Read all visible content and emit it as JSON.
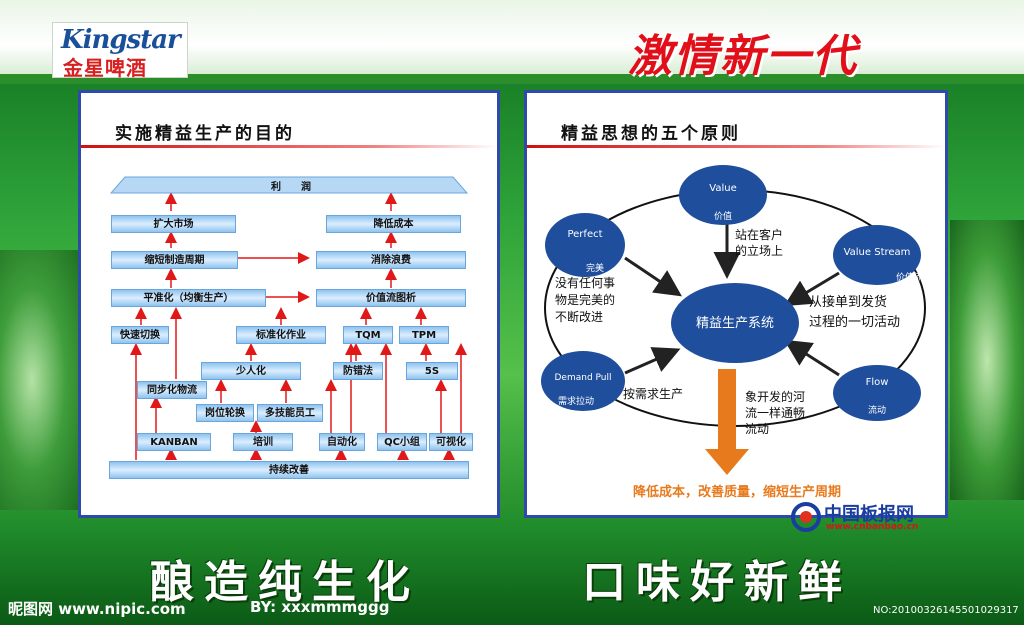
{
  "header": {
    "logo_en": "Kingstar",
    "logo_cn": "金星啤酒",
    "slogan": "激情新一代"
  },
  "left_panel": {
    "title": "实施精益生产的目的",
    "nodes": {
      "profit": "利　　润",
      "expand_market": "扩大市场",
      "reduce_cost": "降低成本",
      "shorten_cycle": "缩短制造周期",
      "eliminate_waste": "消除浪费",
      "leveling": "平准化（均衡生产）",
      "value_stream_map": "价值流图析",
      "quick_changeover": "快速切换",
      "standard_work": "标准化作业",
      "tqm": "TQM",
      "tpm": "TPM",
      "fewer_people": "少人化",
      "error_proofing": "防错法",
      "five_s": "5S",
      "sync_flow": "同步化物流",
      "job_rotation": "岗位轮换",
      "multi_skilled": "多技能员工",
      "kanban": "KANBAN",
      "training": "培训",
      "automation": "自动化",
      "qc_circle": "QC小组",
      "visualization": "可视化",
      "continuous_improvement": "持续改善"
    }
  },
  "right_panel": {
    "title": "精益思想的五个原则",
    "center": "精益生产系统",
    "value": {
      "label": "Value",
      "sub": "价值"
    },
    "value_stream": {
      "label": "Value Stream",
      "sub": "价值流"
    },
    "flow": {
      "label": "Flow",
      "sub": "流动"
    },
    "demand_pull": {
      "label": "Demand Pull",
      "sub": "需求拉动"
    },
    "perfect": {
      "label": "Perfect",
      "sub": "完美"
    },
    "note_value": [
      "站在客户",
      "的立场上"
    ],
    "note_value_stream": [
      "从接单到发货",
      "过程的一切活动"
    ],
    "note_flow": [
      "象开发的河",
      "流一样通畅",
      "流动"
    ],
    "note_pull": "按需求生产",
    "note_perfect": [
      "没有任何事",
      "物是完美的",
      "不断改进"
    ],
    "result": "降低成本，改善质量，缩短生产周期"
  },
  "footer": {
    "slogan_left": "酿造纯生化",
    "slogan_right": "口味好新鲜",
    "credit_site": "昵图网 www.nipic.com",
    "credit_by": "BY: xxxmmmggg",
    "watermark_title": "中国板报网",
    "watermark_url": "www.cnbanbao.cn",
    "photo_no": "NO:20100326145501029317"
  },
  "colors": {
    "accent_red": "#e10f1a",
    "panel_border": "#2f4aa8",
    "ellipse_blue": "#1e4e9c",
    "arrow_orange": "#e87a1e"
  }
}
